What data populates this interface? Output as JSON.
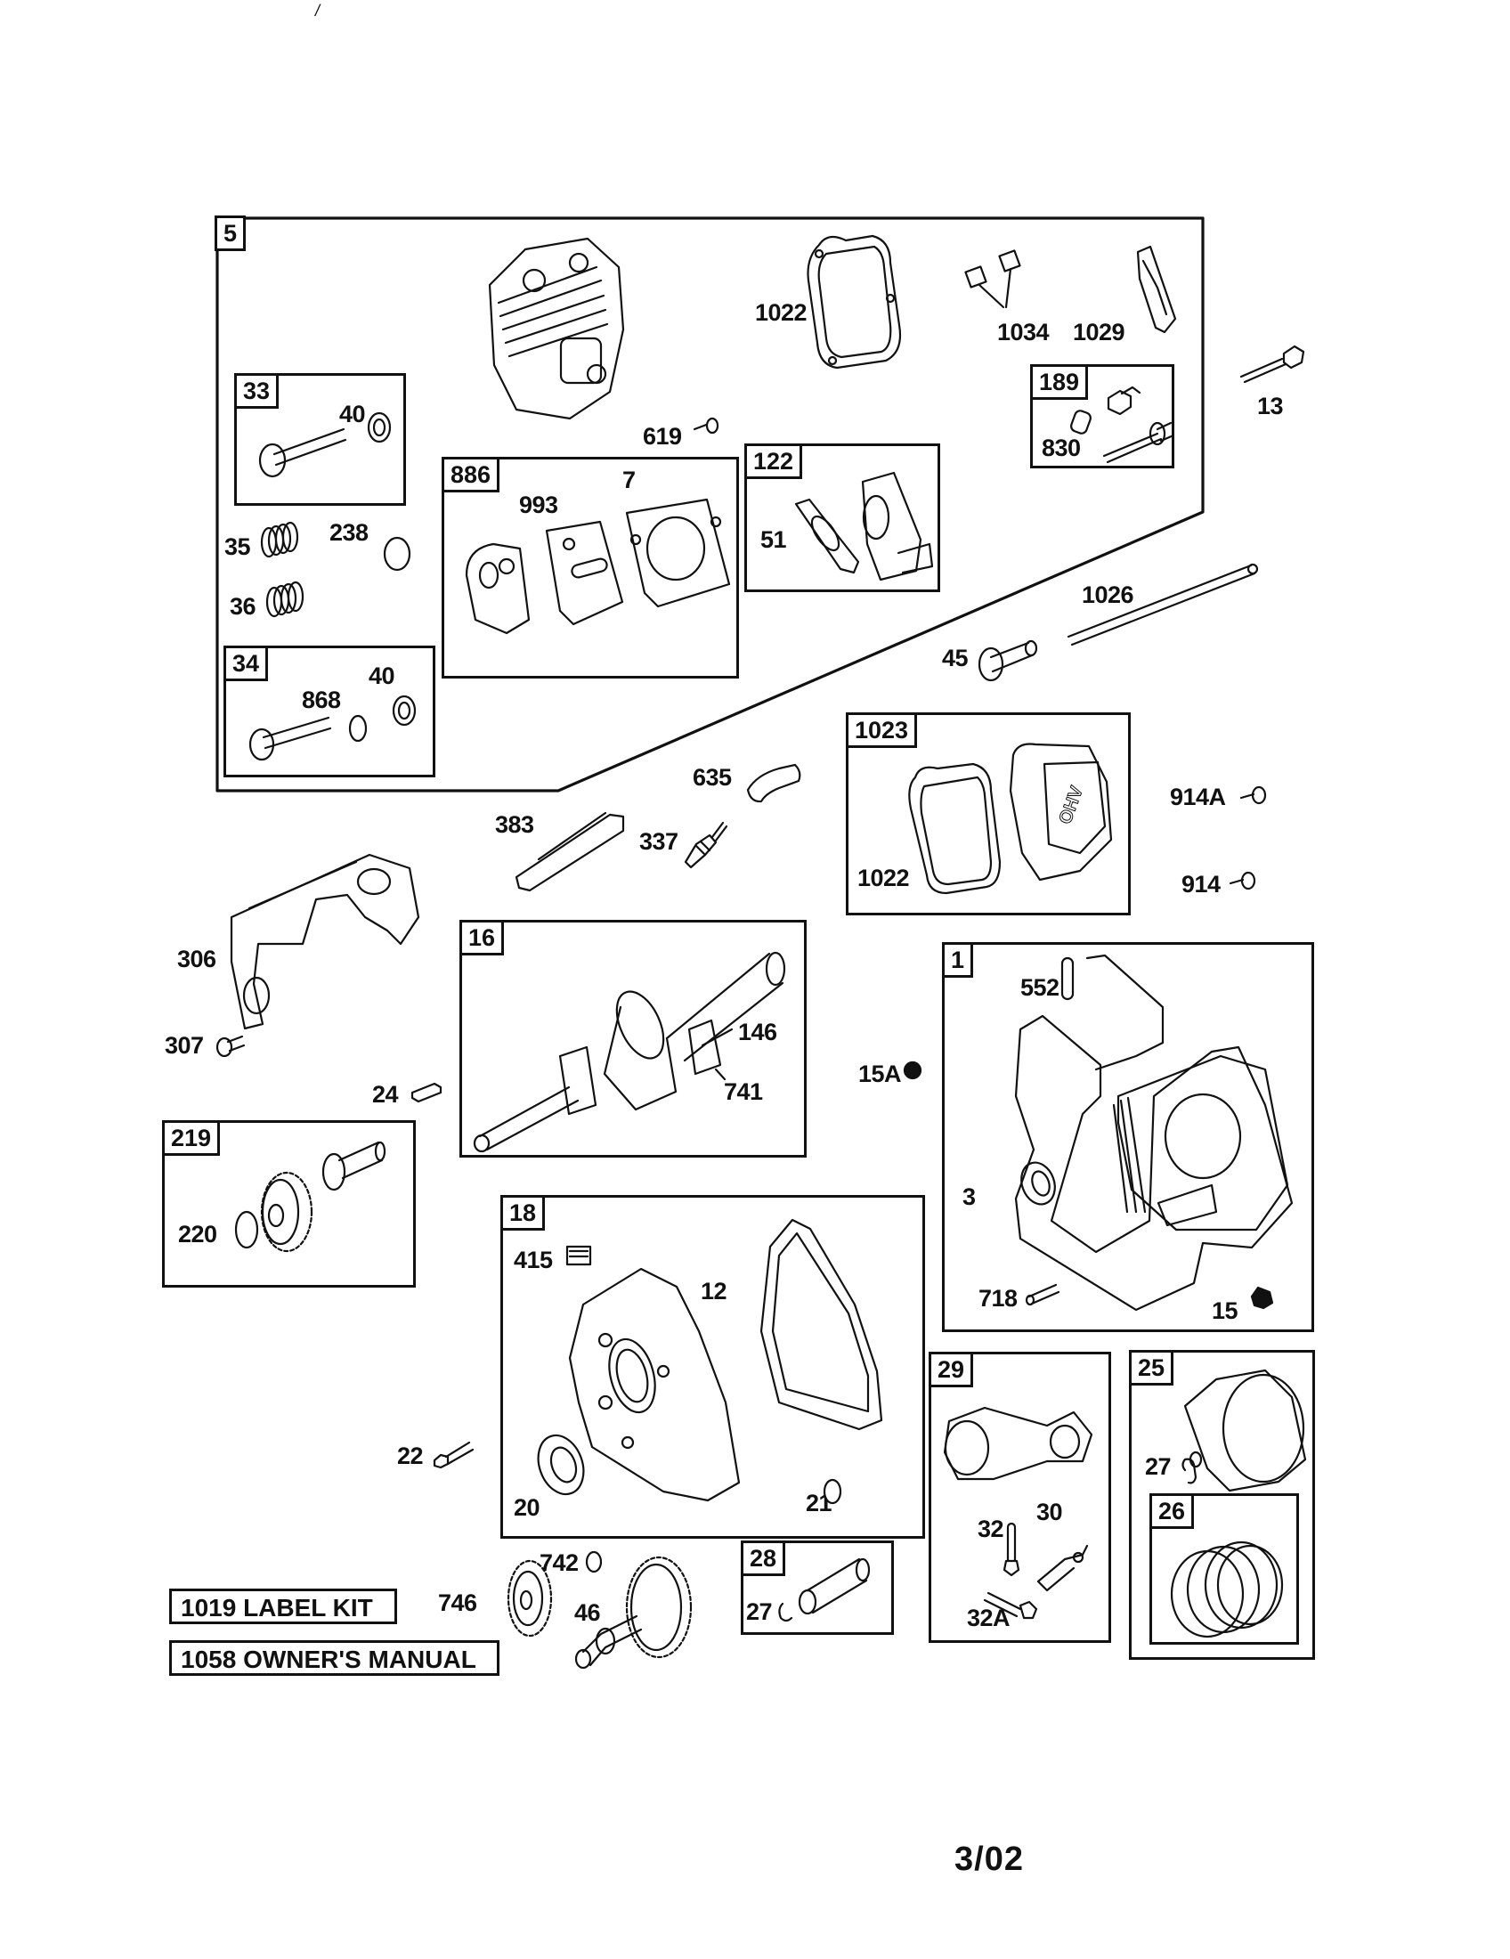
{
  "page": {
    "corner_mark": "/",
    "footer_date": "3/02"
  },
  "assemblies": {
    "cylinder_head": {
      "ref": "5"
    },
    "intake_valve": {
      "ref": "33",
      "parts": {
        "retainer": "40"
      }
    },
    "exhaust_valve": {
      "ref": "34",
      "parts": {
        "rotator": "868",
        "retainer": "40"
      }
    },
    "gasket_set": {
      "ref": "886",
      "parts": {
        "intake_gasket": "993",
        "head_gasket": "7"
      }
    },
    "intake_adapter": {
      "ref": "122",
      "parts": {
        "gasket": "51"
      }
    },
    "rocker_stud_kit": {
      "ref": "189",
      "parts": {
        "stud": "830"
      }
    },
    "valve_cover_kit": {
      "ref": "1023",
      "parts": {
        "gasket": "1022"
      }
    },
    "crankshaft": {
      "ref": "16",
      "parts": {
        "gear": "146",
        "key": "741"
      }
    },
    "governor_gear": {
      "ref": "219",
      "parts": {
        "washer": "220"
      }
    },
    "crankcase_cover": {
      "ref": "18",
      "parts": {
        "dipstick_plug": "415",
        "gasket": "12",
        "seal": "20",
        "drain_plug": "21"
      }
    },
    "cylinder": {
      "ref": "1",
      "parts": {
        "dowel": "552",
        "seal": "3",
        "pin": "718",
        "plug": "15"
      }
    },
    "connecting_rod": {
      "ref": "29",
      "parts": {
        "screw": "32",
        "dipper": "30",
        "bolt": "32A"
      }
    },
    "piston_assembly": {
      "ref": "25",
      "parts": {
        "retainer": "27"
      }
    },
    "ring_set": {
      "ref": "26"
    },
    "piston_pin": {
      "ref": "28",
      "parts": {
        "retainer": "27"
      }
    }
  },
  "loose_parts": {
    "head_gasket_top": "1022",
    "rocker_nuts": "1034",
    "rocker_arm": "1029",
    "head_bolt": "13",
    "breather_screw": "619",
    "valve_spring_intake": "35",
    "valve_spring_exhaust": "36",
    "seal_238": "238",
    "push_rod": "1026",
    "tappet": "45",
    "spark_plug_boot": "635",
    "ignition_armature": "383",
    "spark_plug": "337",
    "screw_914A": "914A",
    "screw_914": "914",
    "blower_housing": "306",
    "screw_307": "307",
    "crank_key": "24",
    "plug_15A": "15A",
    "screw_22": "22",
    "retainer_742": "742",
    "gear_746": "746",
    "camshaft": "46"
  },
  "kits": {
    "label_kit": "1019 LABEL KIT",
    "owners_manual": "1058 OWNER'S MANUAL"
  }
}
